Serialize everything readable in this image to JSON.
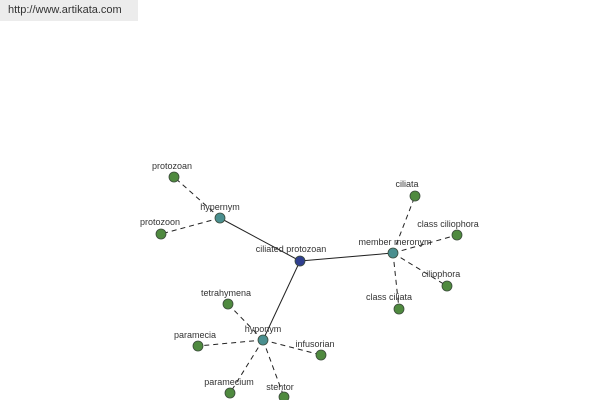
{
  "header": {
    "url_text": "http://www.artikata.com"
  },
  "graph": {
    "root": "ciliated protozoan",
    "relations": {
      "hypernym": "hypernym",
      "hyponym": "hyponym",
      "member_meronym": "member meronym"
    },
    "terms": {
      "protozoan": "protozoan",
      "protozoon": "protozoon",
      "tetrahymena": "tetrahymena",
      "paramecia": "paramecia",
      "paramecium": "paramecium",
      "stentor": "stentor",
      "infusorian": "infusorian",
      "ciliata": "ciliata",
      "class_ciliophora": "class ciliophora",
      "ciliophora": "ciliophora",
      "class_ciliata": "class ciliata"
    },
    "colors": {
      "root": "#2f3f8f",
      "relation": "#4a8f8f",
      "term": "#4f8a3f"
    }
  }
}
